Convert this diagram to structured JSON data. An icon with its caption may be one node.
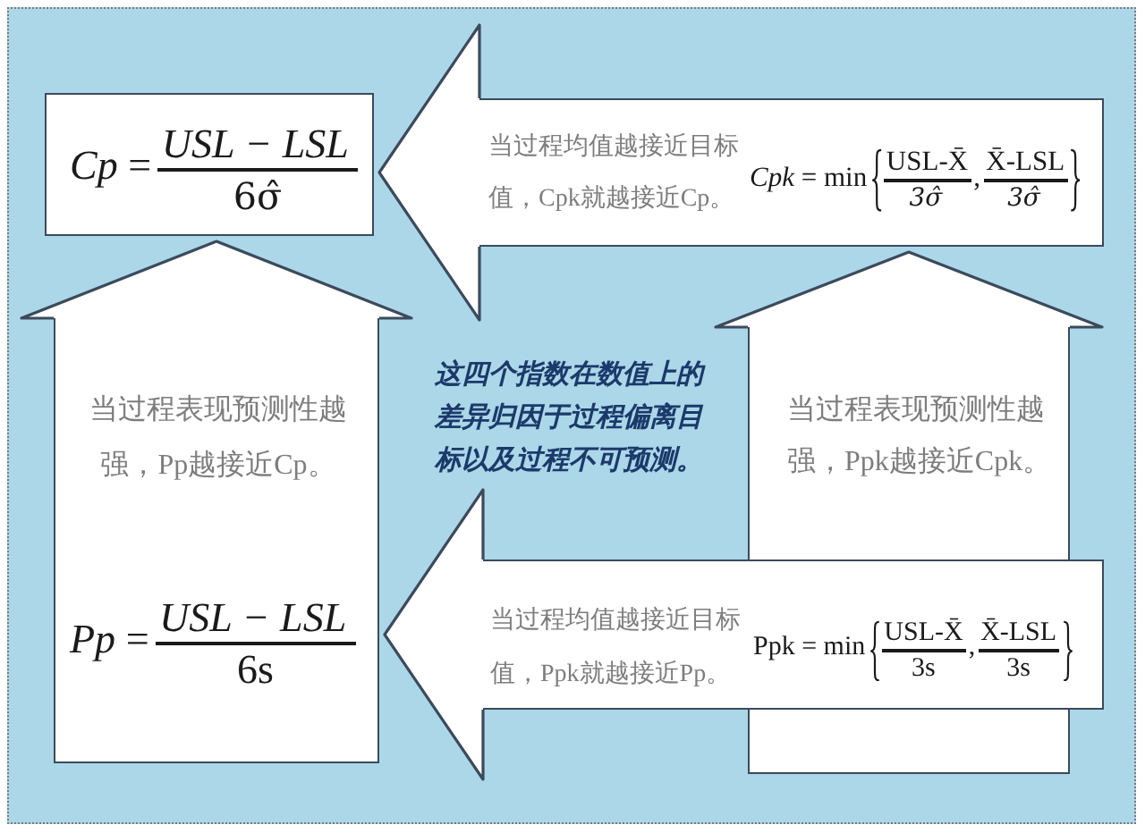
{
  "diagram": {
    "nodes": [
      {
        "text": [
          "*Cp* =",
          "USL − LSL",
          "6σ̂"
        ]
      },
      {
        "text": [
          "当过程均值越接近目标值，Cpk就越接近Cp。",
          "*Cpk* = min",
          "USL-X̄",
          "3σ̂",
          ",",
          "X̄-LSL",
          "3σ̂"
        ]
      },
      {
        "text": [
          "当过程表现预测性越强，Pp越接近Cp。",
          "*Pp* =",
          "USL − LSL",
          "6s"
        ]
      },
      {
        "text": [
          "当过程表现预测性越强，Ppk越接近Cpk。"
        ]
      },
      {
        "text": [
          "当过程均值越接近目标值，Ppk就越接近Pp。",
          "Ppk = min",
          "USL-X̄",
          "3s",
          ",",
          "X̄-LSL",
          "3s"
        ]
      }
    ],
    "edges": [
      {
        "from": 1,
        "to": 0,
        "arrow": "to"
      },
      {
        "from": 2,
        "to": 0,
        "arrow": "to"
      },
      {
        "from": 3,
        "to": 1,
        "arrow": "to"
      },
      {
        "from": 4,
        "to": 2,
        "arrow": "to"
      }
    ],
    "labels": [
      "这四个指数在数值上的差异归因于过程偏离目标以及过程不可预测。"
    ]
  }
}
